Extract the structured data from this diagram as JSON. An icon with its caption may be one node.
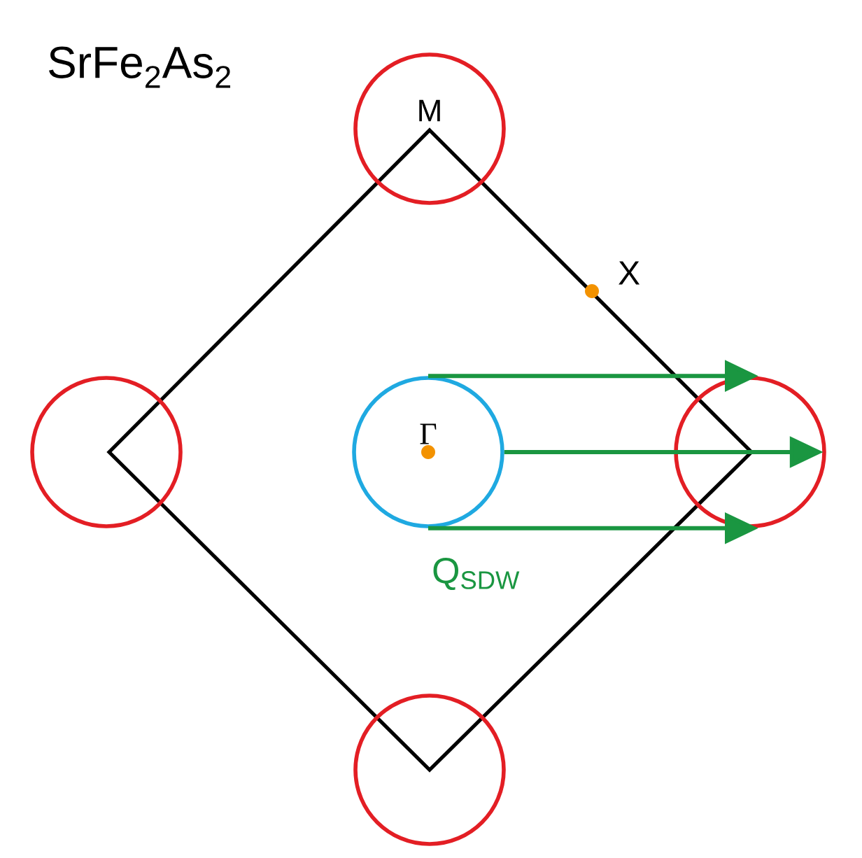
{
  "diagram": {
    "title": "SrFe$_{2}$As$_{2}$",
    "nodes": [
      {
        "text": [
          "M"
        ]
      },
      {
        "text": [],
        "shape": "circle"
      },
      {
        "text": [
          "Γ"
        ]
      },
      {
        "text": [],
        "shape": "circle"
      },
      {
        "text": [],
        "shape": "circle"
      }
    ],
    "edges": [
      {
        "from": 2,
        "to": 3,
        "arrow": "to"
      },
      {
        "from": 2,
        "to": 3,
        "arrow": "to"
      },
      {
        "from": 2,
        "to": 3,
        "arrow": "to",
        "label": "Q$_{SDW}$"
      }
    ],
    "labels": [
      "X"
    ]
  }
}
